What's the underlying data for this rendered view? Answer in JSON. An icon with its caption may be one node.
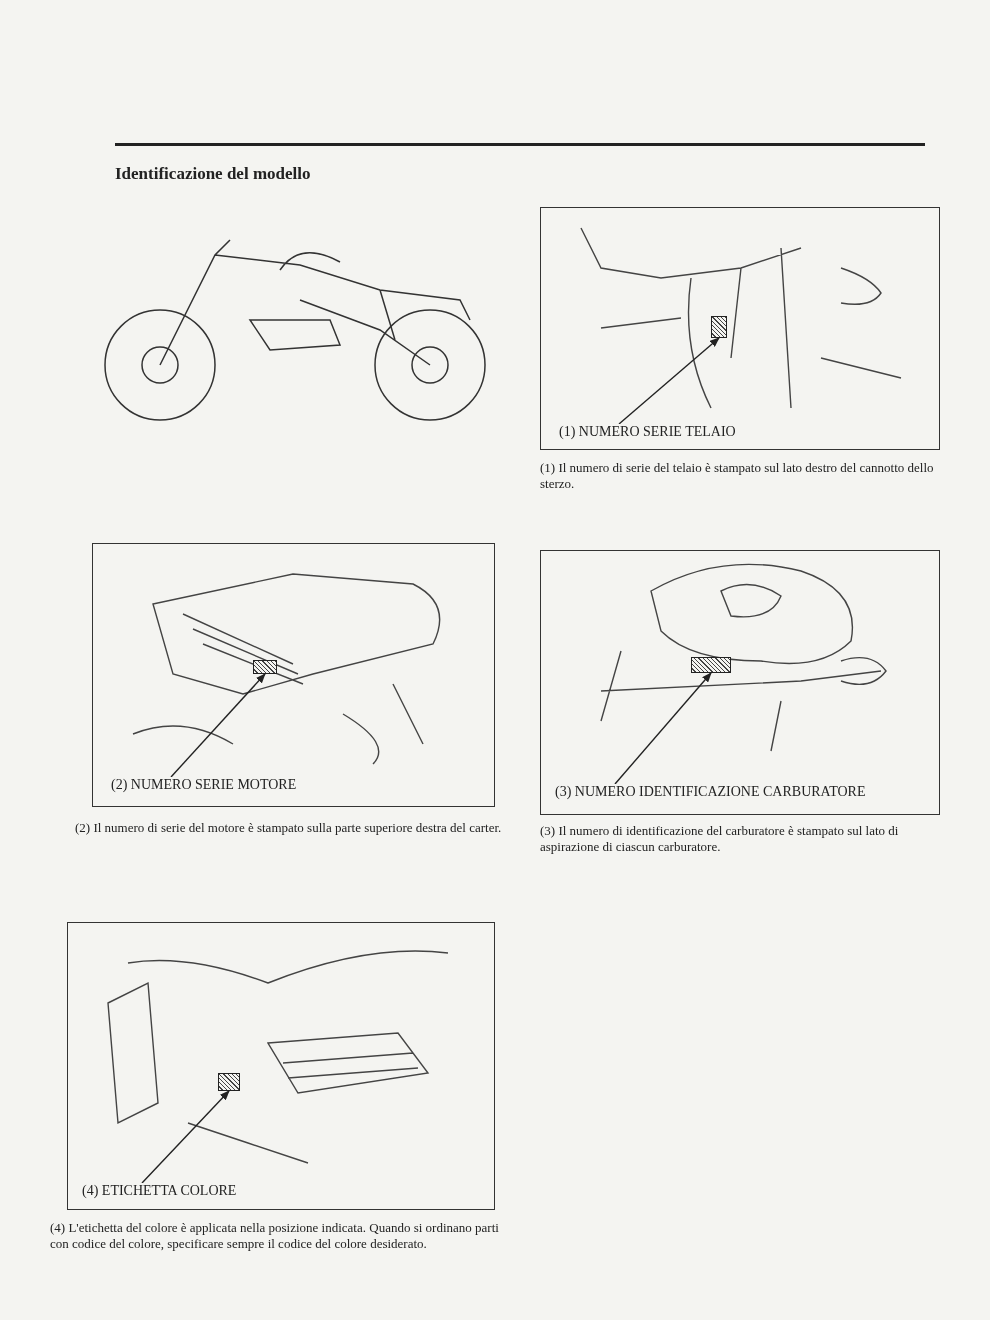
{
  "diagram": {
    "title": "Identificazione del modello",
    "nodes": [
      {
        "text": [],
        "shape": "box"
      },
      {
        "text": [
          "(1) NUMERO SERIE TELAIO"
        ],
        "in": 0
      },
      {
        "text": [],
        "shape": "picture",
        "in": 0
      },
      {
        "text": [],
        "shape": "box"
      },
      {
        "text": [
          "(2) NUMERO SERIE MOTORE"
        ],
        "in": 3
      },
      {
        "text": [],
        "shape": "picture",
        "in": 3
      },
      {
        "text": [],
        "shape": "box"
      },
      {
        "text": [
          "(3) NUMERO IDENTIFICAZIONE CARBURATORE"
        ],
        "in": 6
      },
      {
        "text": [],
        "shape": "picture",
        "in": 6
      },
      {
        "text": [],
        "shape": "box"
      },
      {
        "text": [
          "(4) ETICHETTA COLORE"
        ],
        "in": 9
      },
      {
        "text": [],
        "shape": "picture",
        "in": 9
      }
    ],
    "edges": [
      {
        "from": 1,
        "to": 2,
        "arrow": "to"
      },
      {
        "from": 4,
        "to": 5,
        "arrow": "to"
      },
      {
        "from": 7,
        "to": 8,
        "arrow": "to"
      },
      {
        "from": 10,
        "to": 11,
        "arrow": "to"
      }
    ],
    "labels": [
      "(1) Il numero di serie del telaio è stampato sul lato destro del cannotto dello sterzo.",
      "(2) Il numero di serie del motore è stampato sulla parte superiore destra del carter.",
      "(3) Il numero di identificazione del carburatore è stampato sul lato di aspirazione di ciascun carburatore.",
      "(4) L'etichetta del colore è applicata nella posizione indicata. Quando si ordinano parti con codice del colore, specificare sempre il codice del colore desiderato."
    ]
  }
}
